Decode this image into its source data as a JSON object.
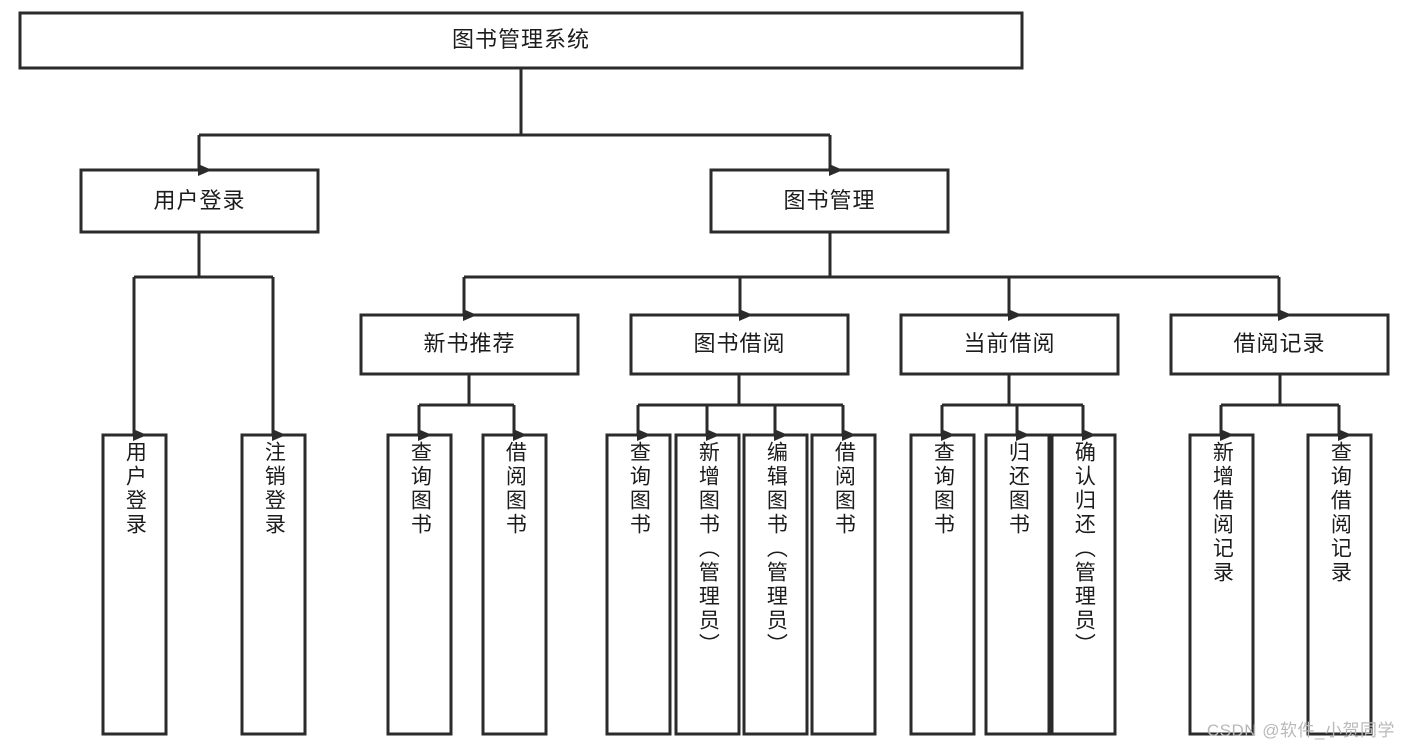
{
  "diagram": {
    "type": "tree",
    "title": "图书管理系统",
    "root": {
      "label": "图书管理系统"
    },
    "level2": [
      {
        "label": "用户登录"
      },
      {
        "label": "图书管理"
      }
    ],
    "level3": [
      {
        "label": "新书推荐"
      },
      {
        "label": "图书借阅"
      },
      {
        "label": "当前借阅"
      },
      {
        "label": "借阅记录"
      }
    ],
    "leaves": {
      "user_login": [
        "用户登录",
        "注销登录"
      ],
      "new_book_recommend": [
        "查询图书",
        "借阅图书"
      ],
      "book_borrow": [
        "查询图书",
        "新增图书（管理员）",
        "编辑图书（管理员）",
        "借阅图书"
      ],
      "current_borrow": [
        "查询图书",
        "归还图书",
        "确认归还（管理员）"
      ],
      "borrow_record": [
        "新增借阅记录",
        "查询借阅记录"
      ]
    }
  },
  "watermark": {
    "text": "CSDN @软件_小贺同学"
  },
  "colors": {
    "stroke": "#2b2b2b",
    "fill": "#ffffff",
    "text": "#1c1c1c",
    "watermark": "#b9b9b9"
  }
}
